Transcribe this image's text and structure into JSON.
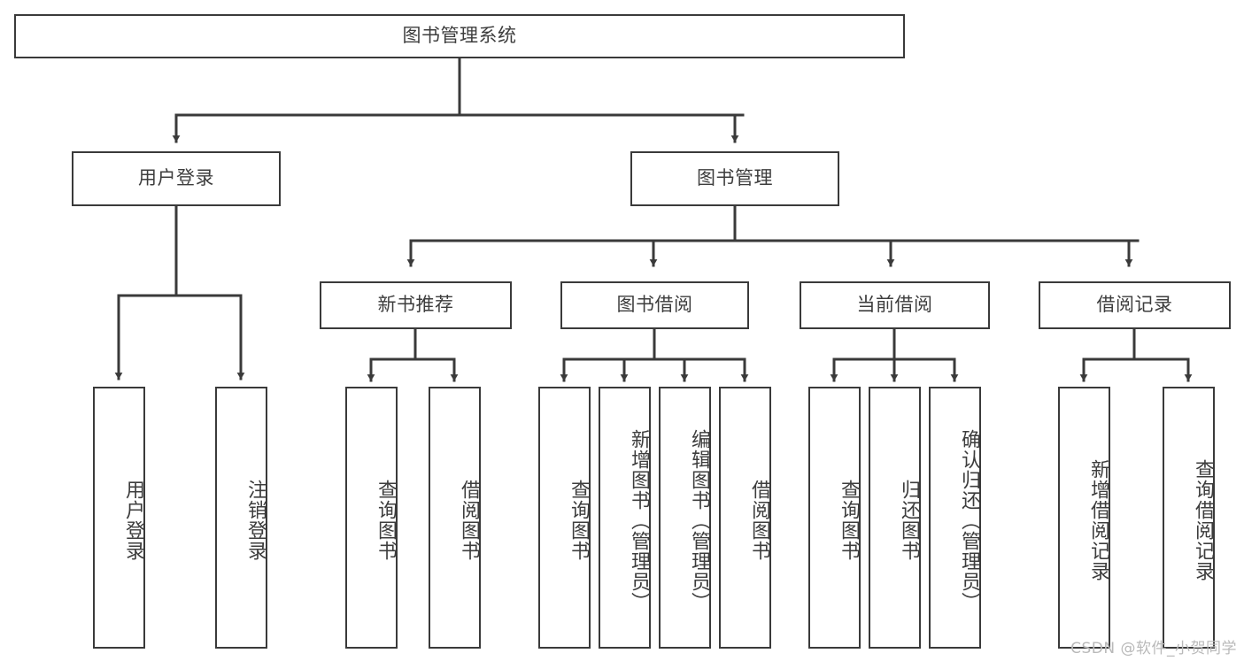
{
  "diagram": {
    "title": "图书管理系统",
    "type": "tree-hierarchy-chart",
    "colors": {
      "background": "#ffffff",
      "box_border": "#3a3a3a",
      "box_fill": "#ffffff",
      "text": "#3d3d3d",
      "connector": "#3a3a3a",
      "watermark": "#b9b9b9"
    }
  },
  "root": {
    "label": "图书管理系统"
  },
  "level2": [
    {
      "label": "用户登录"
    },
    {
      "label": "图书管理"
    }
  ],
  "level3": [
    {
      "label": "新书推荐"
    },
    {
      "label": "图书借阅"
    },
    {
      "label": "当前借阅"
    },
    {
      "label": "借阅记录"
    }
  ],
  "leaves": {
    "user_login": [
      {
        "label": "用户登录"
      },
      {
        "label": "注销登录"
      }
    ],
    "new_book_recommend": [
      {
        "label": "查询图书"
      },
      {
        "label": "借阅图书"
      }
    ],
    "book_borrow": [
      {
        "label": "查询图书"
      },
      {
        "label": "新增图书（管理员）"
      },
      {
        "label": "编辑图书（管理员）"
      },
      {
        "label": "借阅图书"
      }
    ],
    "current_borrow": [
      {
        "label": "查询图书"
      },
      {
        "label": "归还图书"
      },
      {
        "label": "确认归还（管理员）"
      }
    ],
    "borrow_record": [
      {
        "label": "新增借阅记录"
      },
      {
        "label": "查询借阅记录"
      }
    ]
  },
  "watermark": {
    "text": "CSDN @软件_小贺同学"
  }
}
